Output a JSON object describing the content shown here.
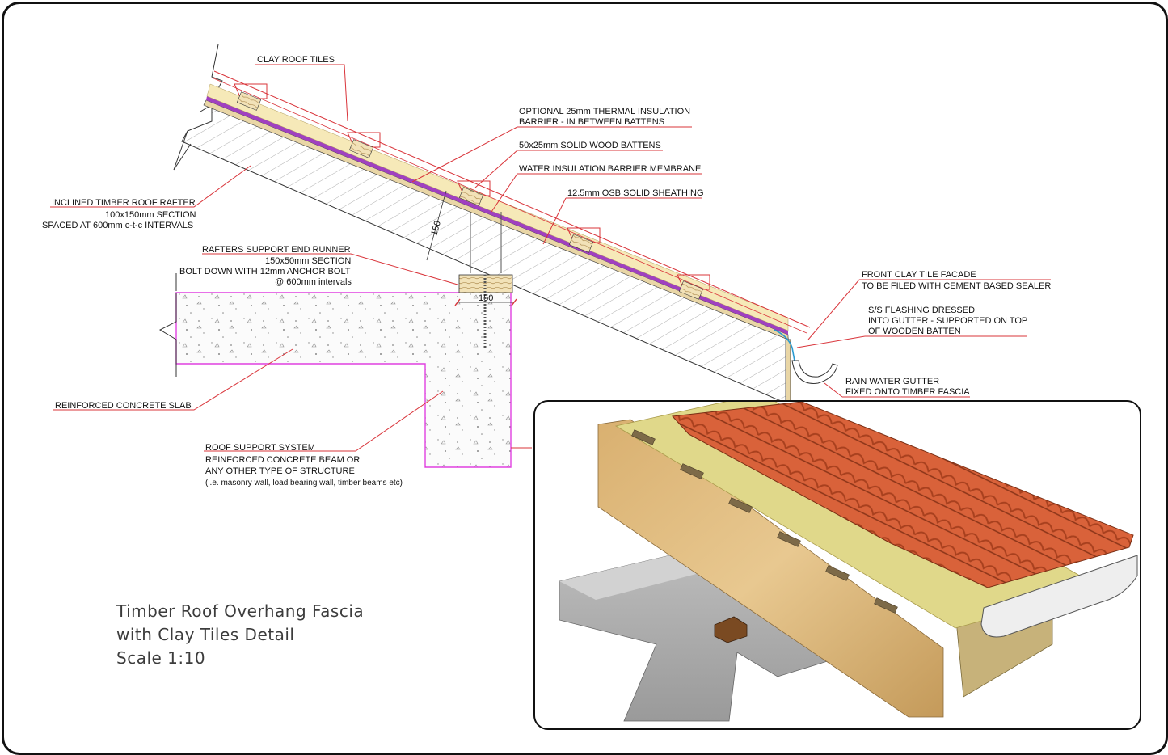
{
  "drawing": {
    "labels": {
      "clay_tiles": "CLAY ROOF TILES",
      "insulation_1": "OPTIONAL 25mm THERMAL INSULATION",
      "insulation_2": "BARRIER - IN BETWEEN BATTENS",
      "battens": "50x25mm SOLID WOOD BATTENS",
      "membrane": "WATER INSULATION BARRIER MEMBRANE",
      "osb": "12.5mm OSB SOLID SHEATHING",
      "rafter_1": "INCLINED TIMBER ROOF RAFTER",
      "rafter_2": "100x150mm SECTION",
      "rafter_3": "SPACED AT 600mm c-t-c INTERVALS",
      "runner_1": "RAFTERS SUPPORT END RUNNER",
      "runner_2": "150x50mm SECTION",
      "runner_3": "BOLT DOWN WITH 12mm ANCHOR BOLT",
      "runner_4": "@ 600mm intervals",
      "facade_1": "FRONT CLAY TILE FACADE",
      "facade_2": "TO BE FILED WITH CEMENT BASED SEALER",
      "flashing_1": "S/S FLASHING DRESSED",
      "flashing_2": "INTO GUTTER - SUPPORTED ON TOP",
      "flashing_3": "OF WOODEN BATTEN",
      "gutter_1": "RAIN WATER GUTTER",
      "gutter_2": "FIXED ONTO TIMBER FASCIA",
      "slab": "REINFORCED CONCRETE SLAB",
      "support_1": "ROOF SUPPORT SYSTEM",
      "support_2": "REINFORCED CONCRETE BEAM OR",
      "support_3": "ANY OTHER TYPE OF STRUCTURE",
      "support_4": "(i.e. masonry wall, load bearing wall, timber beams etc)"
    },
    "dimensions": {
      "rafter_depth": "150",
      "runner_width": "150"
    },
    "colors": {
      "leader": "#d9343a",
      "membrane": "#a040c0",
      "insulation": "#f6e9b8",
      "concrete_outline": "#e040e0",
      "tile": "#d9623a",
      "timber": "#c9a266"
    }
  },
  "title": {
    "line1": "Timber Roof Overhang Fascia",
    "line2": "with Clay Tiles Detail",
    "line3": "Scale 1:10"
  }
}
